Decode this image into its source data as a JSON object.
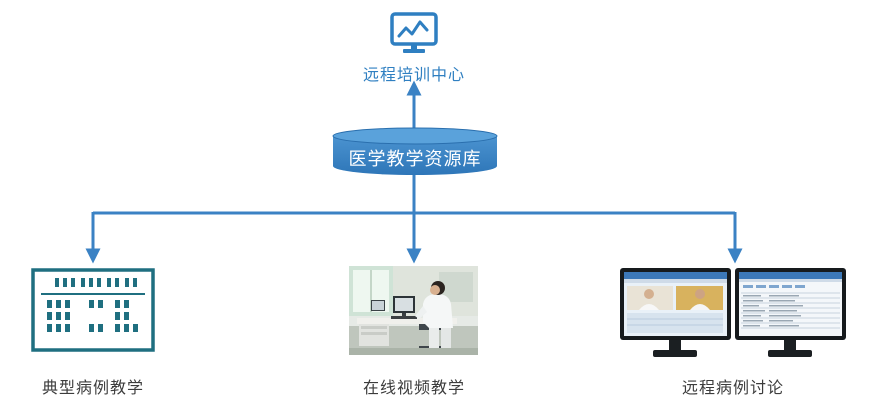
{
  "diagram": {
    "top_node": {
      "label": "远程培训中心",
      "icon": "monitor-chart-icon"
    },
    "center_node": {
      "label": "医学教学资源库",
      "icon": "database-cylinder"
    },
    "bottom_nodes": [
      {
        "label": "典型病例教学",
        "icon": "case-board-icon"
      },
      {
        "label": "在线视频教学",
        "icon": "video-teaching-photo"
      },
      {
        "label": "远程病例讨论",
        "icon": "dual-monitor-icon"
      }
    ],
    "colors": {
      "accent": "#3b82c4",
      "accent_dark": "#2a6fae",
      "teal": "#1f6f80",
      "text": "#3c3c3c"
    }
  }
}
